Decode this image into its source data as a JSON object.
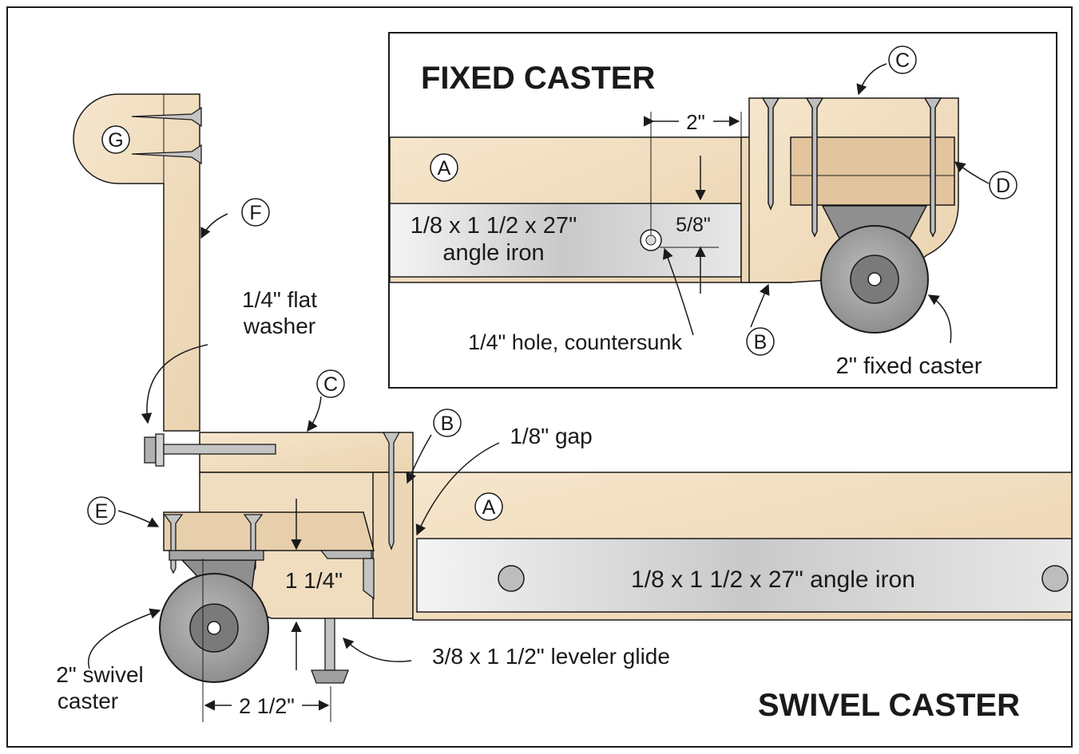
{
  "titles": {
    "fixed": "FIXED CASTER",
    "swivel": "SWIVEL CASTER"
  },
  "callouts": {
    "a": "A",
    "b": "B",
    "c": "C",
    "d": "D",
    "e": "E",
    "f": "F",
    "g": "G"
  },
  "inset": {
    "dim_2": "2\"",
    "dim_5_8": "5/8\"",
    "angle_iron_line1": "1/8 x 1 1/2 x 27\"",
    "angle_iron_line2": "angle iron",
    "hole_note": "1/4\" hole, countersunk",
    "fixed_caster": "2\" fixed caster"
  },
  "main": {
    "flat_washer_line1": "1/4\" flat",
    "flat_washer_line2": "washer",
    "gap": "1/8\" gap",
    "dim_1_1_4": "1 1/4\"",
    "angle_iron": "1/8 x 1 1/2 x 27\" angle iron",
    "leveler_glide": "3/8 x 1 1/2\" leveler glide",
    "swivel_caster_line1": "2\" swivel",
    "swivel_caster_line2": "caster",
    "dim_2_1_2": "2 1/2\""
  },
  "colors": {
    "wood": "#f2dfc2",
    "wood_dark": "#e6cba5",
    "steel": "#d4d4d4",
    "wheel": "#9a9a9a",
    "outline": "#1a1a1a"
  }
}
